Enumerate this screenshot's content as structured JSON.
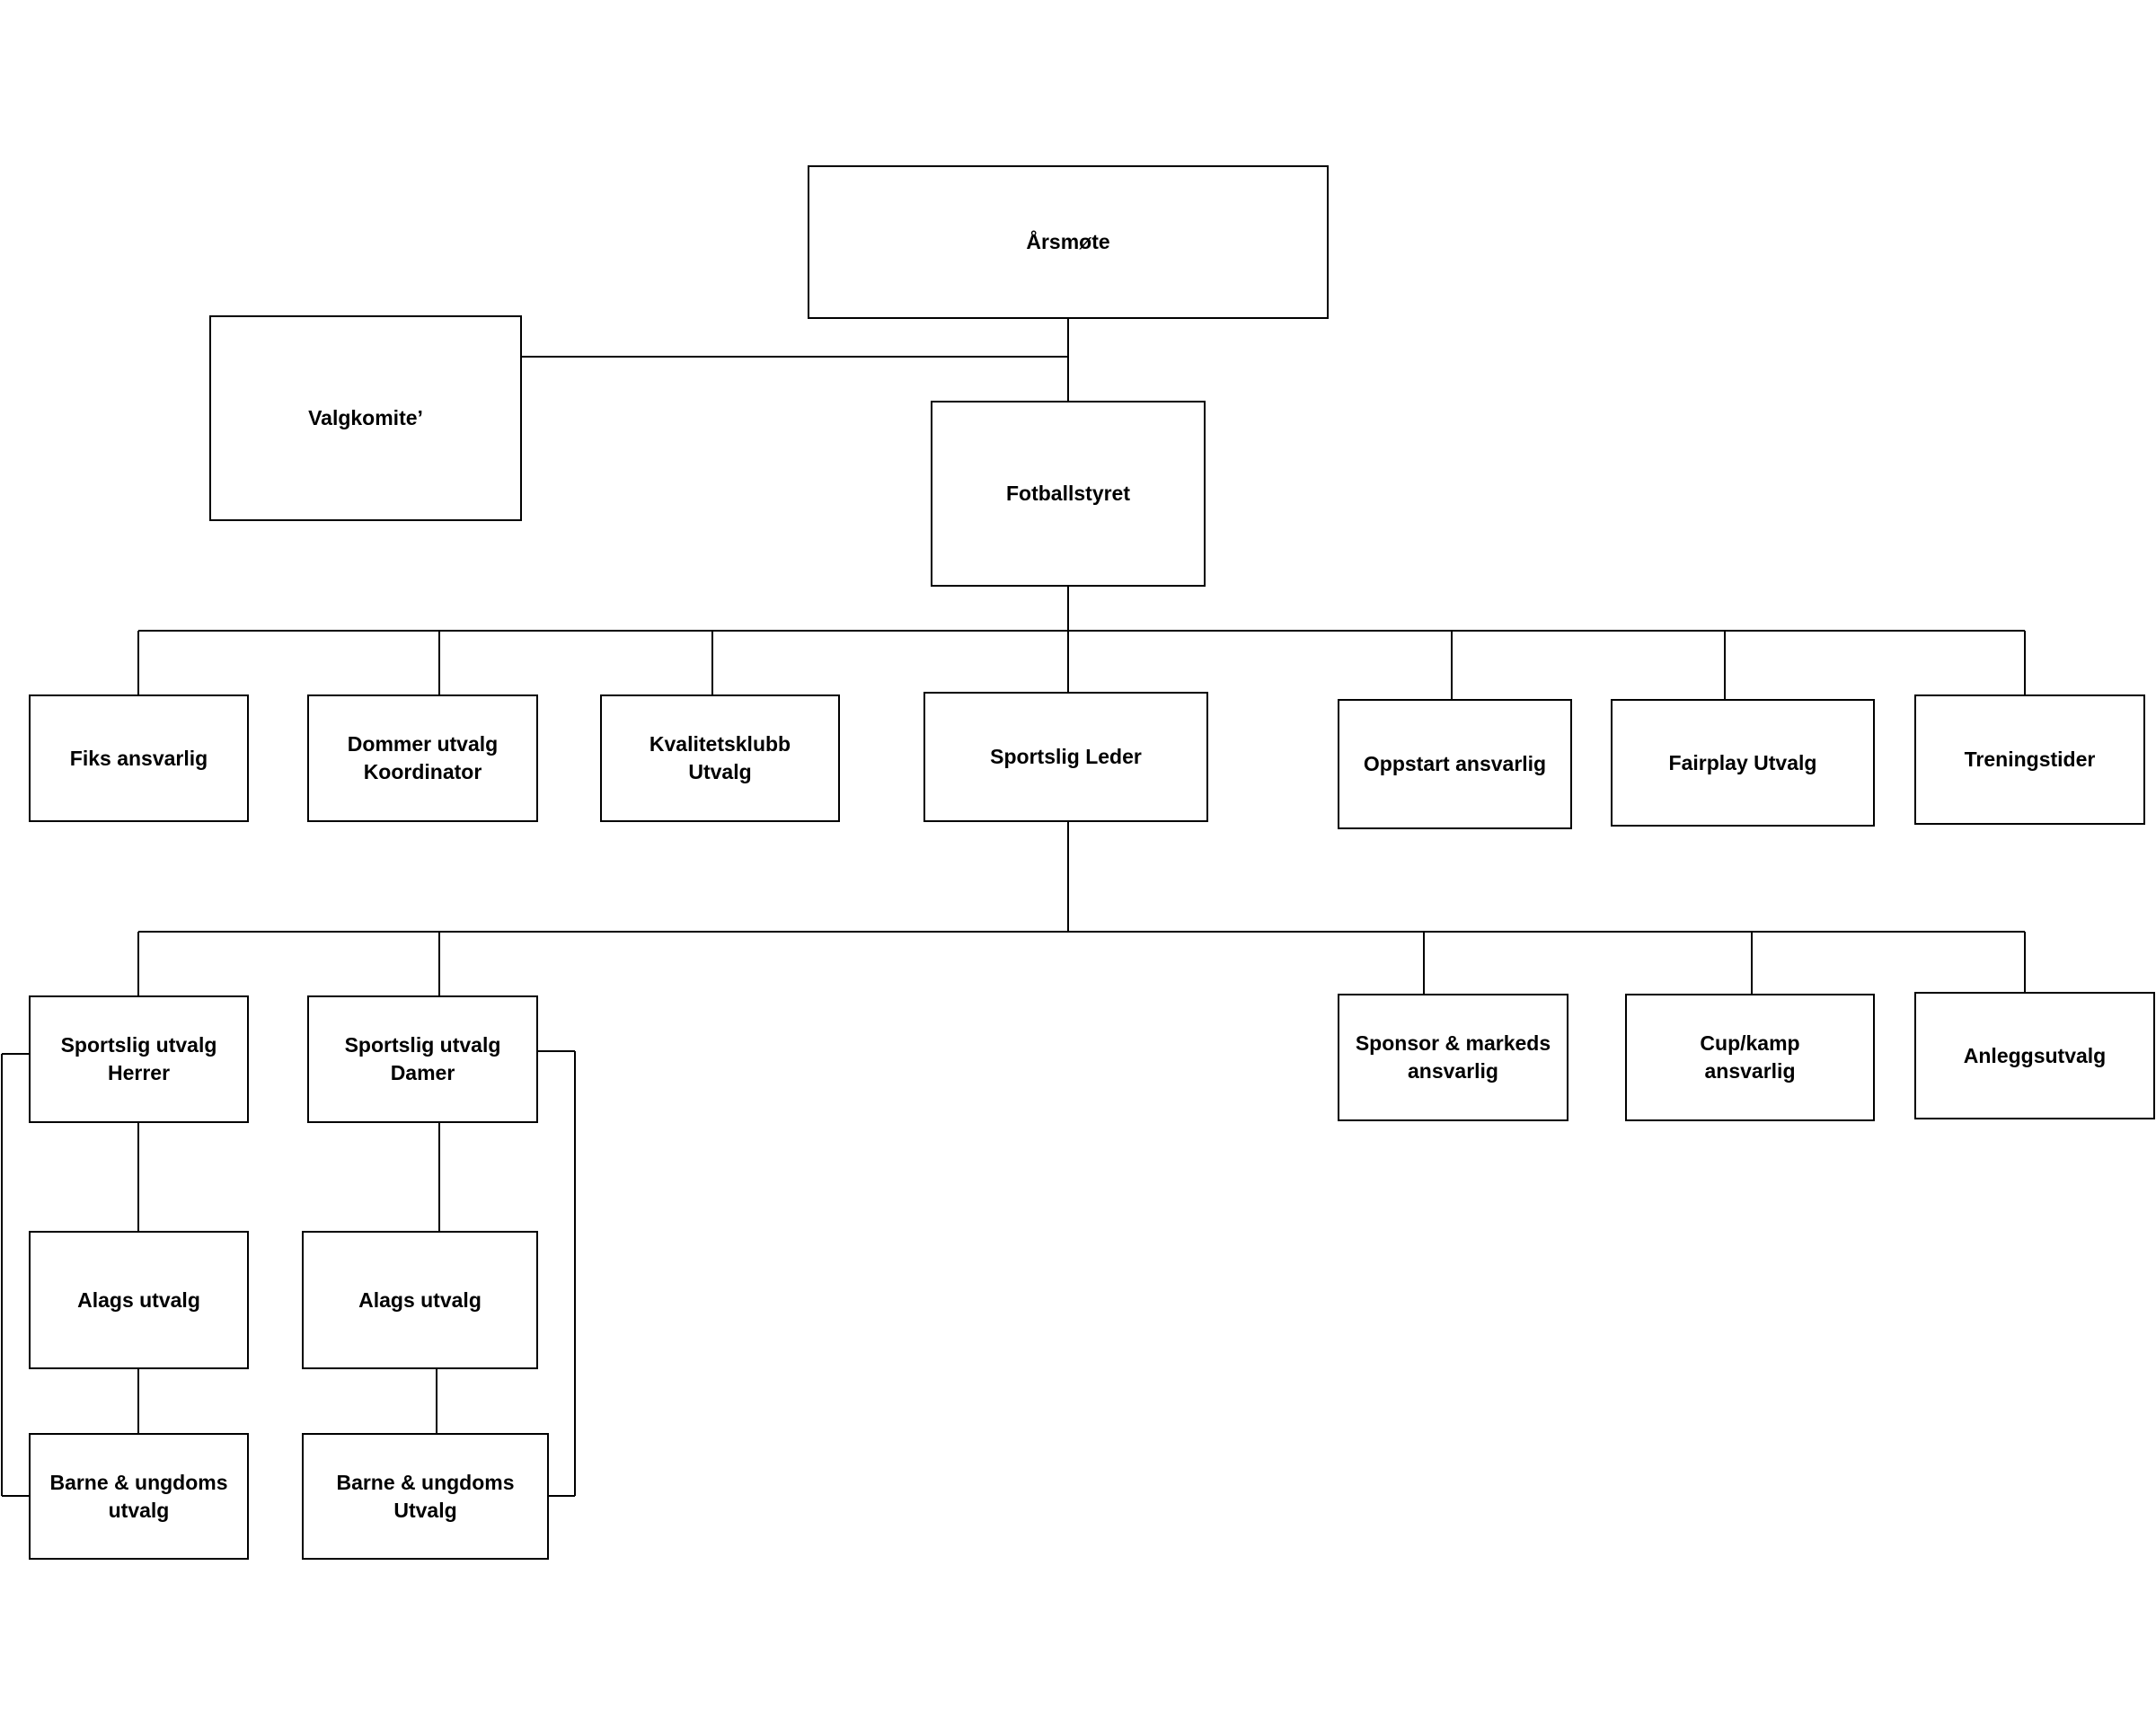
{
  "nodes": {
    "arsmote": "Årsmøte",
    "valgkomite": "Valgkomite’",
    "fotballstyret": "Fotballstyret",
    "fiks": "Fiks ansvarlig",
    "dommer": "Dommer utvalg\nKoordinator",
    "kvalitet": "Kvalitetsklubb\nUtvalg",
    "sportslig_leder": "Sportslig Leder",
    "oppstart": "Oppstart ansvarlig",
    "fairplay": "Fairplay Utvalg",
    "trening": "Treningstider",
    "sport_herrer": "Sportslig utvalg\nHerrer",
    "sport_damer": "Sportslig utvalg\nDamer",
    "sponsor": "Sponsor & markeds\nansvarlig",
    "cup": "Cup/kamp\nansvarlig",
    "anlegg": "Anleggsutvalg",
    "alags_herrer": "Alags utvalg",
    "alags_damer": "Alags utvalg",
    "barne_herrer": "Barne & ungdoms\nutvalg",
    "barne_damer": "Barne & ungdoms\nUtvalg"
  }
}
